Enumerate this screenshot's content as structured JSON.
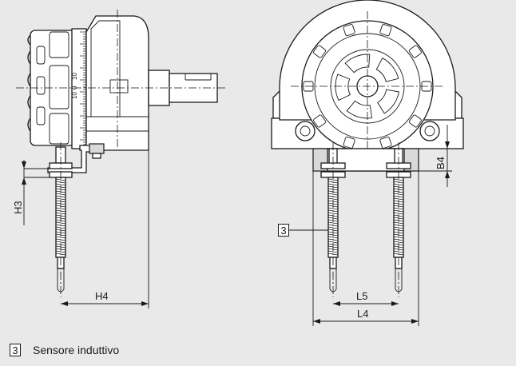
{
  "dimensions": {
    "h3": "H3",
    "h4": "H4",
    "b4": "B4",
    "l4": "L4",
    "l5": "L5"
  },
  "scale_marks": [
    "10",
    "0",
    "10"
  ],
  "callout": {
    "number": "3",
    "legend_number": "3",
    "legend_text": "Sensore induttivo"
  },
  "colors": {
    "background": "#e9e9ea",
    "line": "#1a1a1a"
  }
}
